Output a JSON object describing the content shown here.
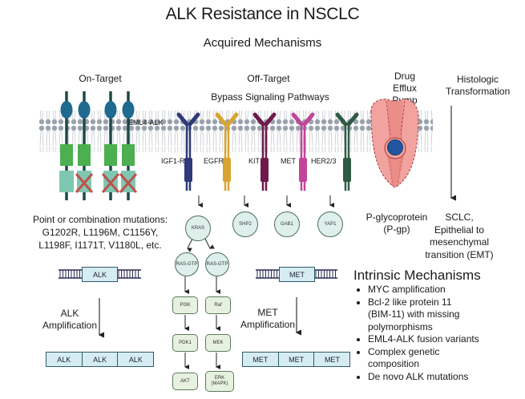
{
  "title": "ALK Resistance in NSCLC",
  "subtitle": "Acquired Mechanisms",
  "sections": {
    "on_target": "On-Target",
    "off_target": "Off-Target",
    "bypass": "Bypass Signaling Pathways",
    "drug_efflux": [
      "Drug",
      "Efflux",
      "Pump"
    ],
    "histologic": [
      "Histologic",
      "Transformation"
    ]
  },
  "on_target": {
    "fusion_label": "EML4-ALK",
    "mutations_title": "Point or combination mutations:",
    "mutations_line1": "G1202R, L1196M, C1156Y,",
    "mutations_line2": "L1198F, I1171T, V1180L, etc.",
    "amplification_label": [
      "ALK",
      "Amplification"
    ],
    "gene": "ALK",
    "amplified_genes": [
      "ALK",
      "ALK",
      "ALK"
    ]
  },
  "receptors": [
    {
      "name": "IGF1-R",
      "color": "#2e3a7a",
      "effector": "KRAS"
    },
    {
      "name": "EGFR",
      "color": "#d9a531",
      "effector": "SHP2"
    },
    {
      "name": "KIT",
      "color": "#6e1a4a",
      "effector": "GAB1"
    },
    {
      "name": "MET",
      "color": "#c0449a",
      "effector": "YAP1"
    },
    {
      "name": "HER2/3",
      "color": "#2f5a44",
      "effector": ""
    }
  ],
  "effectors": [
    "KRAS",
    "SHP2",
    "GAB1",
    "YAP1"
  ],
  "ras_nodes": [
    "RAS-GTP",
    "RAS-GTP"
  ],
  "pi3k_path": [
    "PI3K",
    "PDK1",
    "AKT"
  ],
  "raf_path": [
    "Raf",
    "MEK",
    "ERK (MAPK)"
  ],
  "met_amp": {
    "gene": "MET",
    "label": [
      "MET",
      "Amplification"
    ],
    "amplified_genes": [
      "MET",
      "MET",
      "MET"
    ]
  },
  "pgp": [
    "P-glycoprotein",
    "(P-gp)"
  ],
  "transformation": [
    "SCLC,",
    "Epithelial to",
    "mesenchymal",
    "transition (EMT)"
  ],
  "intrinsic": {
    "title": "Intrinsic Mechanisms",
    "items": [
      "MYC amplification",
      "Bcl-2 like protein 11 (BIM-11) with missing polymorphisms",
      "EML4-ALK fusion variants",
      "Complex genetic composition",
      "De novo ALK mutations"
    ]
  },
  "colors": {
    "alk_head": "#1f6a8f",
    "alk_stem": "#1d4a4a",
    "alk_kinase": "#4caf50",
    "alk_lower": "#7fc7b0",
    "mutation_x": "#c0504d",
    "membrane": "#9aa2ad",
    "pump": "#f2a3a0"
  }
}
